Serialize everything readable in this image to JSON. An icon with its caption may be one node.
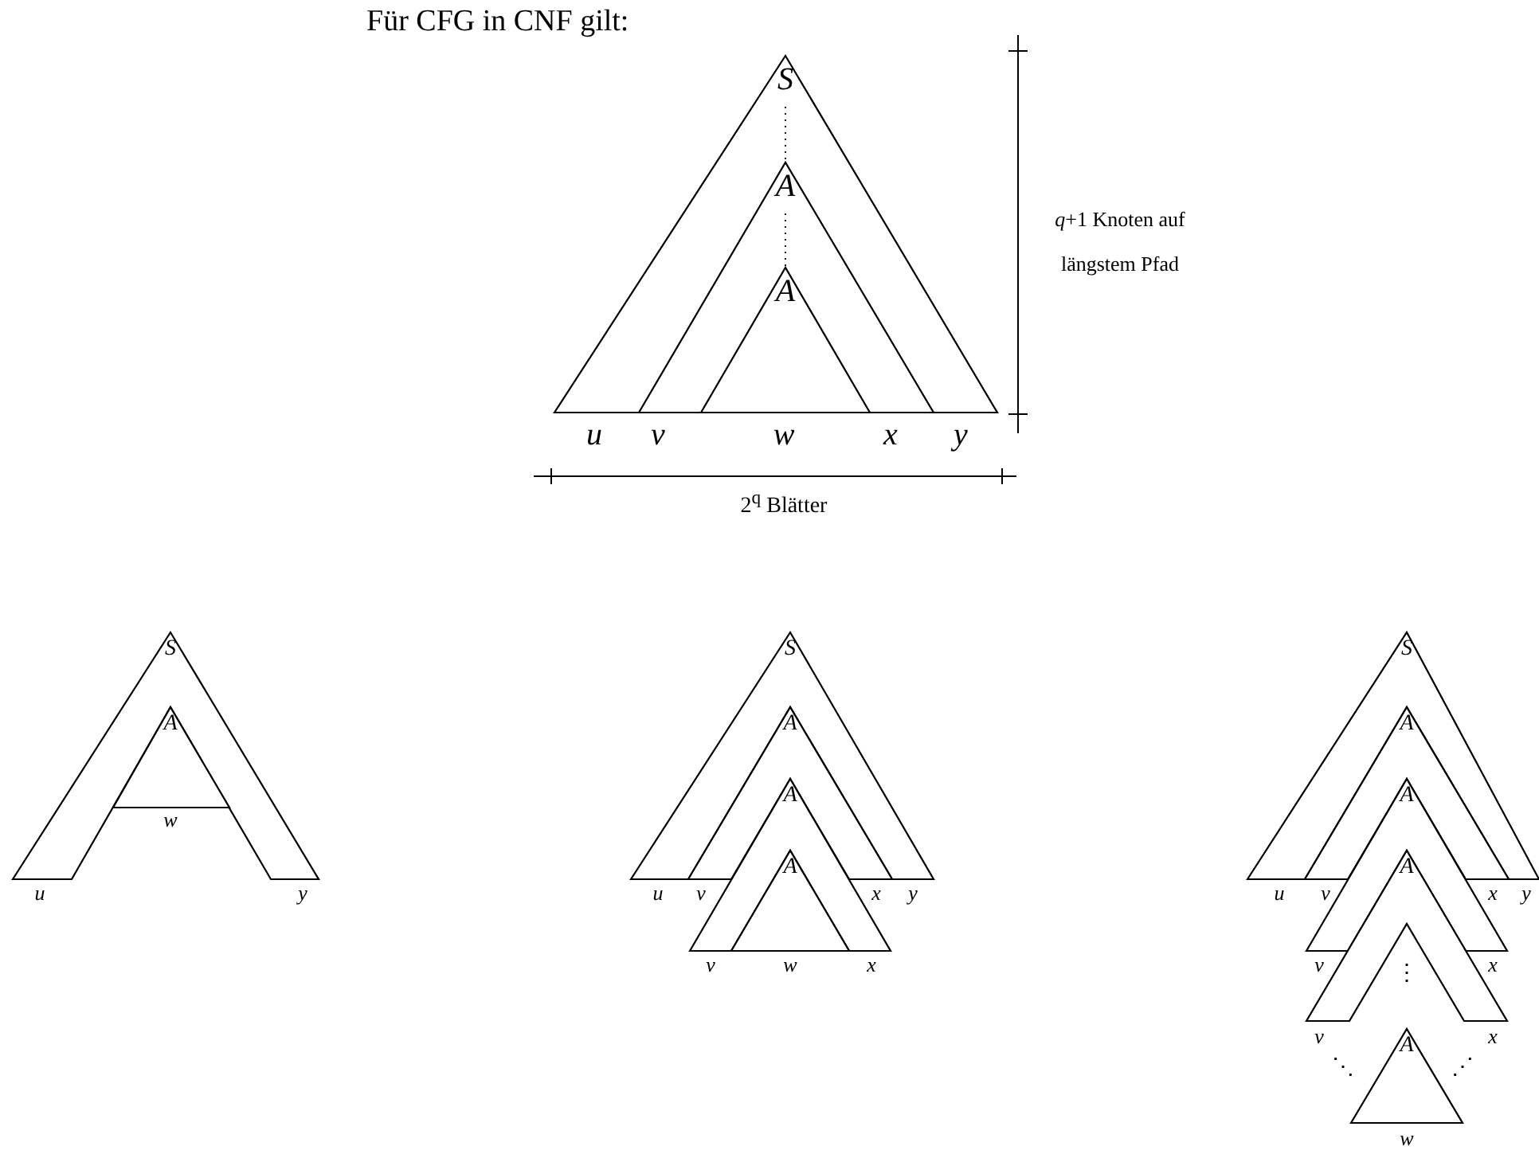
{
  "diagram": {
    "title": "Für CFG in CNF gilt:",
    "nodes": [
      {
        "text": [
          "S"
        ]
      },
      {
        "text": [
          "A"
        ],
        "in": 0
      },
      {
        "text": [
          "A"
        ],
        "in": 1
      },
      {
        "text": [
          "S"
        ]
      },
      {
        "text": [
          "A"
        ]
      },
      {
        "text": [
          "S"
        ]
      },
      {
        "text": [
          "A"
        ]
      },
      {
        "text": [
          "A"
        ]
      },
      {
        "text": [
          "A"
        ]
      },
      {
        "text": [
          "S"
        ]
      },
      {
        "text": [
          "A"
        ]
      },
      {
        "text": [
          "A"
        ]
      },
      {
        "text": [
          "A"
        ]
      },
      {
        "text": [
          "A"
        ]
      }
    ],
    "edges": [
      {
        "from": 0,
        "to": 1,
        "arrow": "none",
        "style": "dashed"
      },
      {
        "from": 1,
        "to": 2,
        "arrow": "none",
        "style": "dashed"
      }
    ],
    "labels": [
      "*q*+1 Knoten auf längstem Pfad",
      "u",
      "v",
      "w",
      "x",
      "y",
      "2$^{q}$ Blätter",
      "w",
      "u",
      "y",
      "u",
      "v",
      "x",
      "y",
      "v",
      "w",
      "x",
      "u",
      "v",
      "x",
      "y",
      "v",
      "x",
      "⋮",
      "v",
      "x",
      "⋱",
      "⋰",
      "w"
    ]
  }
}
